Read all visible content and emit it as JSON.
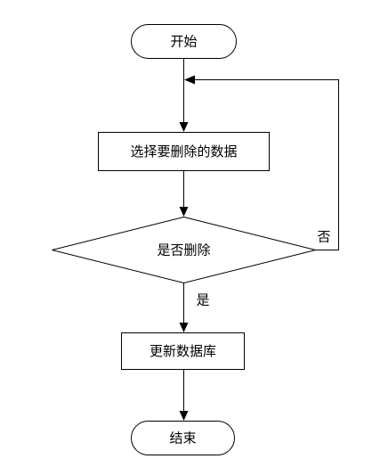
{
  "diagram": {
    "type": "flowchart",
    "nodes": {
      "start": {
        "shape": "terminator",
        "text": "开始"
      },
      "select": {
        "shape": "process",
        "text": "选择要删除的数据"
      },
      "decision": {
        "shape": "decision",
        "text": "是否删除"
      },
      "update": {
        "shape": "process",
        "text": "更新数据库"
      },
      "end": {
        "shape": "terminator",
        "text": "结束"
      }
    },
    "edges": {
      "yes_label": "是",
      "no_label": "否"
    },
    "colors": {
      "stroke": "#000000",
      "fill": "#ffffff",
      "text": "#000000"
    }
  }
}
